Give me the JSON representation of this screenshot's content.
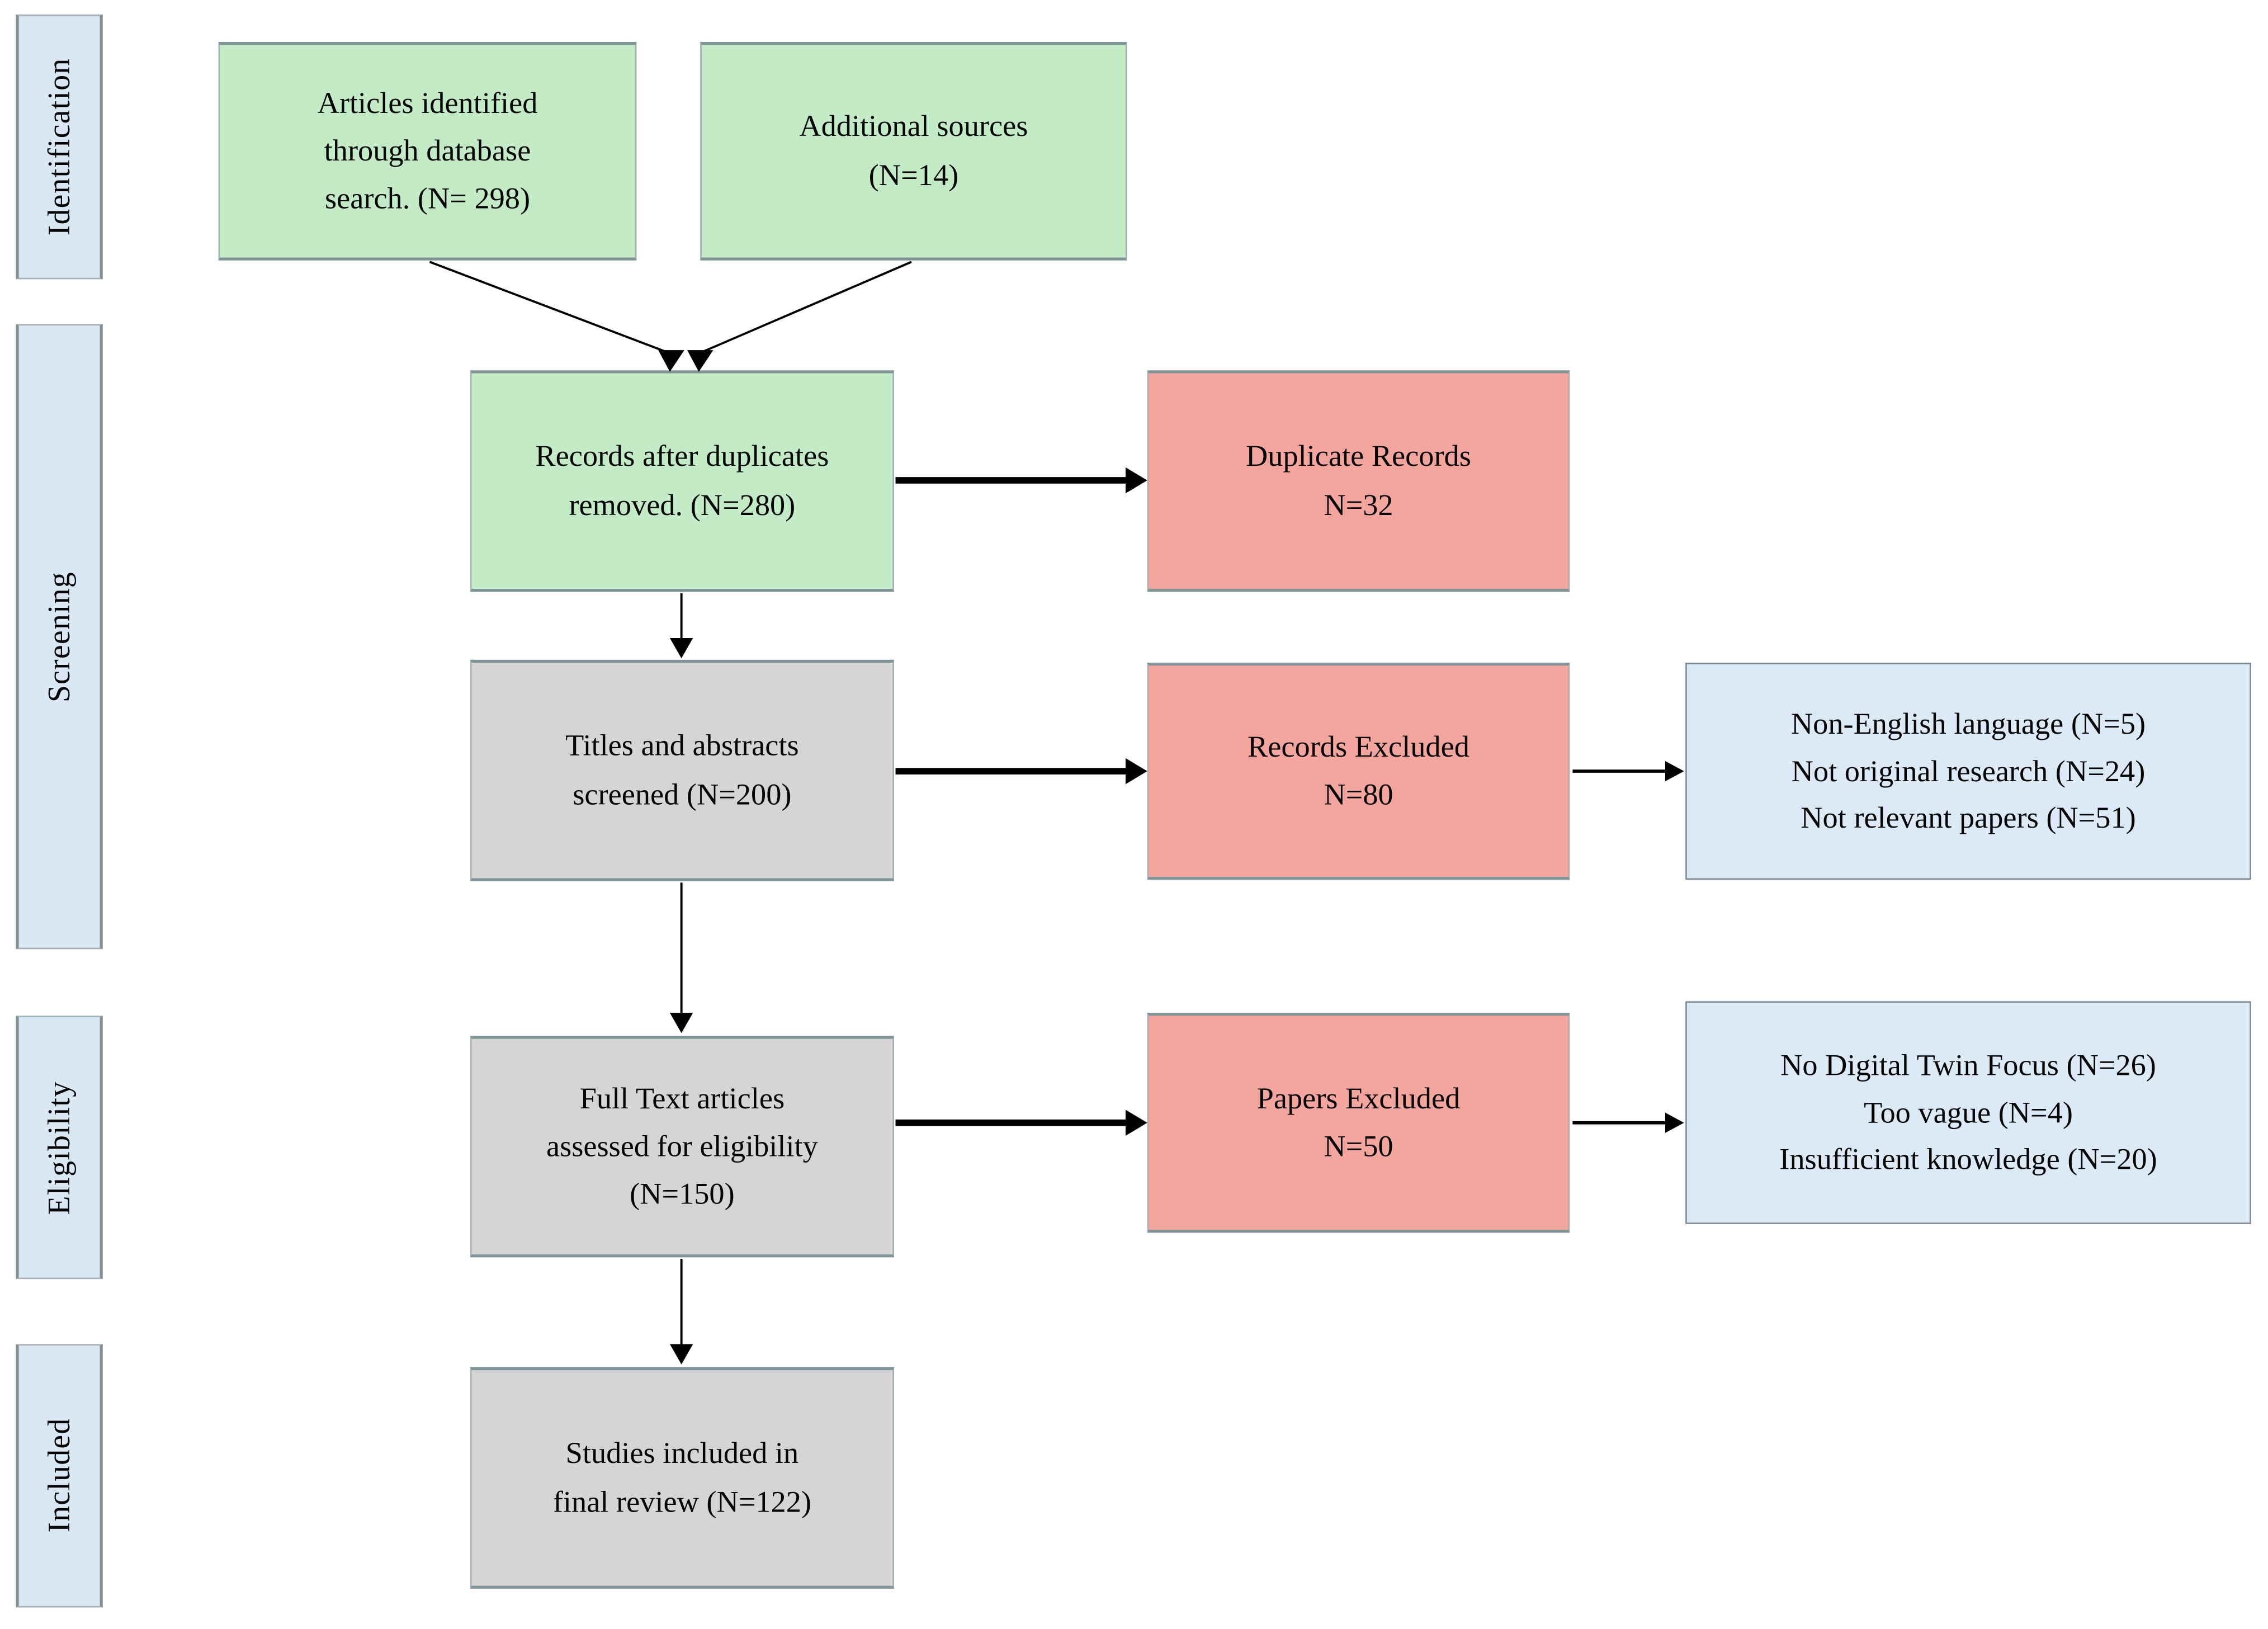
{
  "stages": [
    {
      "label": "Identification"
    },
    {
      "label": "Screening"
    },
    {
      "label": "Eligibility"
    },
    {
      "label": "Included"
    }
  ],
  "flow": {
    "db_search": {
      "text": "Articles identified\nthrough database\nsearch. (N= 298)"
    },
    "additional": {
      "text": "Additional sources\n(N=14)"
    },
    "dedup": {
      "text": "Records after duplicates\nremoved. (N=280)"
    },
    "duplicates": {
      "text": "Duplicate Records\nN=32"
    },
    "screened": {
      "text": "Titles and abstracts\nscreened (N=200)"
    },
    "records_excluded": {
      "text": "Records Excluded\nN=80"
    },
    "screening_reasons": {
      "text": "Non-English language (N=5)\nNot original research (N=24)\nNot relevant papers (N=51)"
    },
    "fulltext": {
      "text": "Full Text articles\nassessed for eligibility\n(N=150)"
    },
    "papers_excluded": {
      "text": "Papers Excluded\nN=50"
    },
    "eligibility_reasons": {
      "text": "No Digital Twin Focus (N=26)\nToo vague (N=4)\nInsufficient knowledge (N=20)"
    },
    "included_final": {
      "text": "Studies included in\nfinal review (N=122)"
    }
  },
  "colors": {
    "green": "#c3ecc6",
    "salmon": "#f4a69e",
    "gray": "#d5d5d5",
    "panel_blue": "#dce9f6",
    "sidebar_blue": "#dae8f5",
    "border_dark": "#7f9496",
    "border_mid": "#a4b0b4",
    "border_panel": "#7e8b95",
    "border_stage": "#848e95",
    "arrow_black": "#000000"
  }
}
